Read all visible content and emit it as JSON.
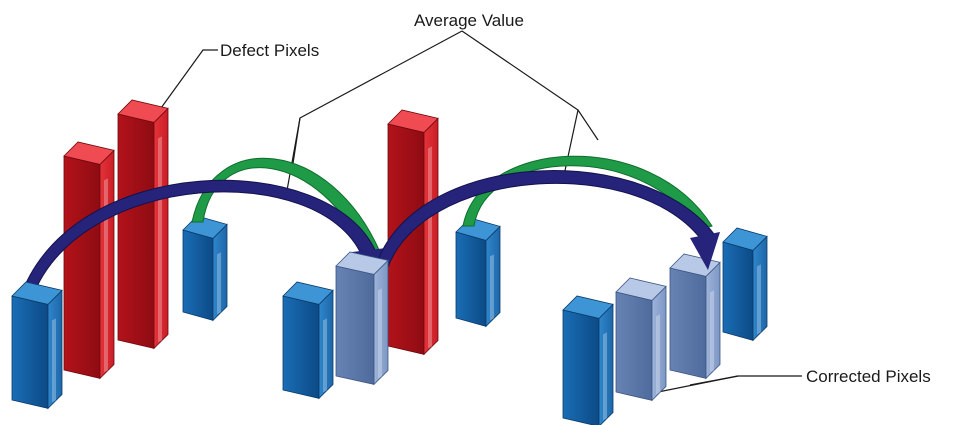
{
  "labels": {
    "average_value": "Average Value",
    "defect_pixels": "Defect Pixels",
    "corrected_pixels": "Corrected Pixels"
  },
  "colors": {
    "normal_pixel": "#0f5a9c",
    "defect_pixel": "#cf1a22",
    "corrected_pixel": "#6f8fbf",
    "blue_arrow": "#25237a",
    "green_arrow": "#1f9a46",
    "leader_line": "#1a1a1a"
  },
  "icons": {
    "normal": "normal-pixel-column",
    "defect": "defect-pixel-column",
    "corrected": "corrected-pixel-column",
    "arrow_blue": "blue-curved-arrow",
    "arrow_green": "green-curved-arrow"
  }
}
